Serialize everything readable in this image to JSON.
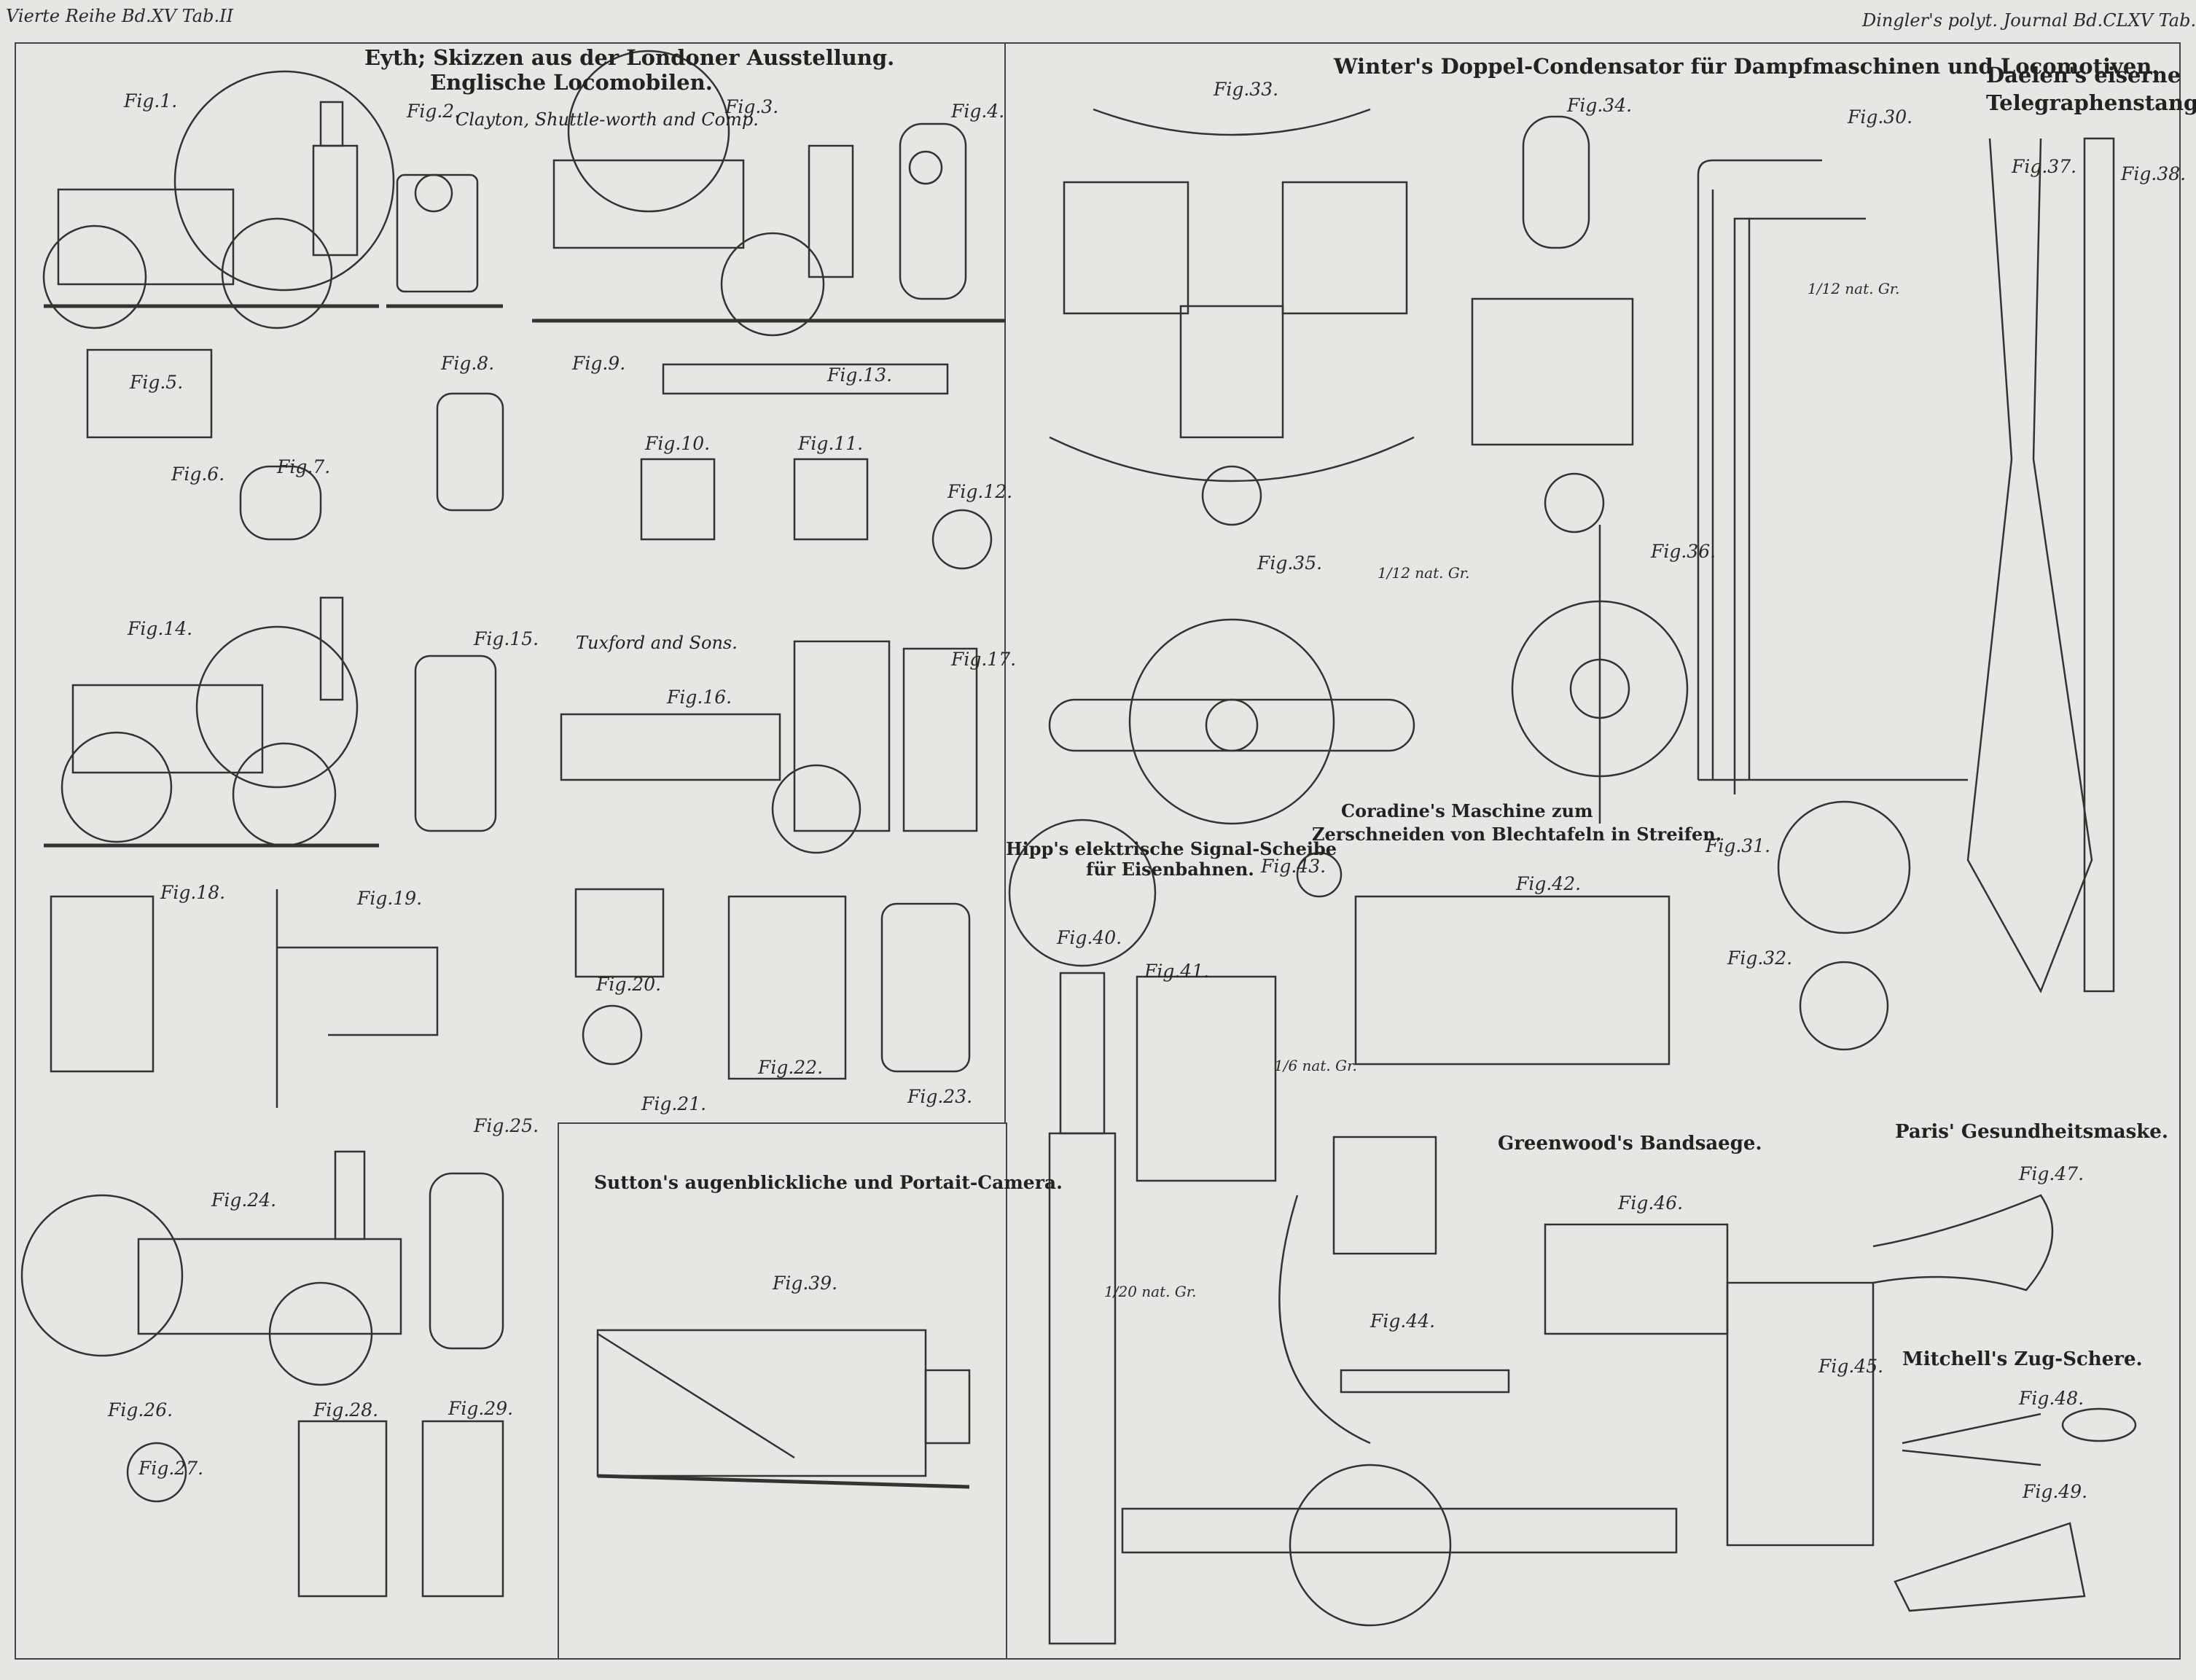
{
  "header": {
    "left": "Vierte Reihe Bd.XV Tab.II",
    "right": "Dingler's polyt. Journal Bd.CLXV Tab.II"
  },
  "titles": {
    "eyth_1": "Eyth; Skizzen aus der Londoner Ausstellung.",
    "eyth_2": "Englische Locomobilen.",
    "winter": "Winter's Doppel-Condensator für Dampfmaschinen und Locomotiven.",
    "daelen_1": "Daelen's eiserne",
    "daelen_2": "Telegraphenstangen.",
    "clayton": "Clayton, Shuttle-worth and Comp.",
    "tuxford": "Tuxford and Sons.",
    "hipp_1": "Hipp's elektrische Signal-Scheibe",
    "hipp_2": "für Eisenbahnen.",
    "coradine_1": "Coradine's Maschine zum",
    "coradine_2": "Zerschneiden von Blechtafeln in Streifen.",
    "sutton": "Sutton's augenblickliche und Portait-Camera.",
    "greenwood": "Greenwood's Bandsaege.",
    "paris": "Paris' Gesundheitsmaske.",
    "mitchell": "Mitchell's Zug-Schere."
  },
  "scales": {
    "s1": "1/12 nat. Gr.",
    "s2": "1/12 nat. Gr.",
    "s3": "1/6 nat. Gr.",
    "s4": "1/20 nat. Gr."
  },
  "figures": [
    "Fig.1.",
    "Fig.2.",
    "Fig.3.",
    "Fig.4.",
    "Fig.5.",
    "Fig.6.",
    "Fig.7.",
    "Fig.8.",
    "Fig.9.",
    "Fig.10.",
    "Fig.11.",
    "Fig.12.",
    "Fig.13.",
    "Fig.14.",
    "Fig.15.",
    "Fig.16.",
    "Fig.17.",
    "Fig.18.",
    "Fig.19.",
    "Fig.20.",
    "Fig.21.",
    "Fig.22.",
    "Fig.23.",
    "Fig.24.",
    "Fig.25.",
    "Fig.26.",
    "Fig.27.",
    "Fig.28.",
    "Fig.29.",
    "Fig.30.",
    "Fig.31.",
    "Fig.32.",
    "Fig.33.",
    "Fig.34.",
    "Fig.35.",
    "Fig.36.",
    "Fig.37.",
    "Fig.38.",
    "Fig.39.",
    "Fig.40.",
    "Fig.41.",
    "Fig.42.",
    "Fig.43.",
    "Fig.44.",
    "Fig.45.",
    "Fig.46.",
    "Fig.47.",
    "Fig.48.",
    "Fig.49."
  ]
}
